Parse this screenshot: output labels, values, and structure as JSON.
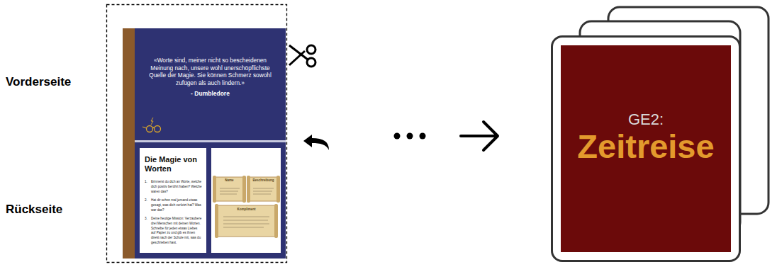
{
  "diagram": {
    "nodes": [
      {
        "text": [
          "«Worte sind, meiner nicht so bescheidenen Meinung nach, unsere wohl unerschöpflichste Quelle der Magie. Sie können Schmerz sowohl zufügen als auch lindern.»",
          "- Dumbledore"
        ]
      },
      {
        "text": [
          "Die Magie von Worten",
          "1.",
          "Erinnerst du dich an Worte, welche dich positiv berührt haben? Welche waren das?",
          "2.",
          "Hat dir schon mal jemand etwas gesagt, was dich verletzt hat? Was war das?",
          "3.",
          "Deine heutige Mission: Verzaubere drei Menschen mit deinen Worten. Schreibe für jeden etwas Liebes auf Papier zu und gib es ihnen direkt nach der Schule mit, was du geschrieben hast."
        ]
      },
      {
        "text": [
          "GE2:",
          "Zeitreise"
        ]
      }
    ],
    "labels": [
      "Vorderseite",
      "Rückseite",
      "Name",
      "Beschreibung",
      "Kompliment"
    ]
  }
}
